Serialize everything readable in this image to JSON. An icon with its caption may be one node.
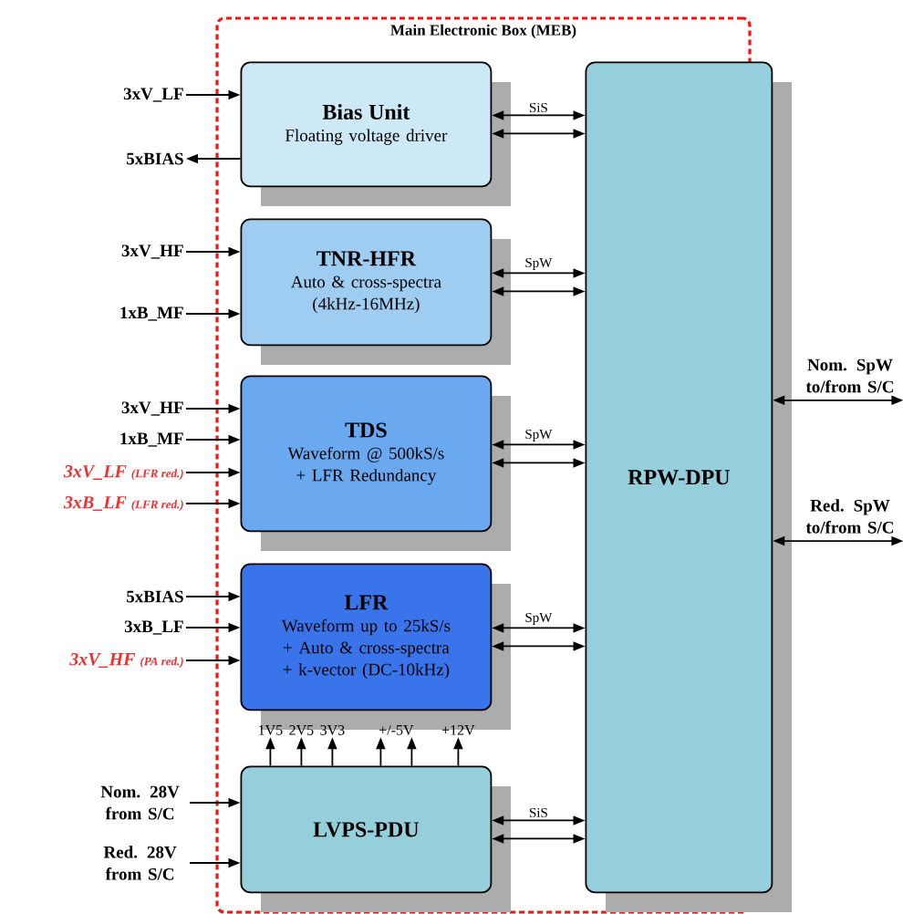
{
  "diagram": {
    "nodes": [
      {
        "text": [
          "Main Electronic Box (MEB)"
        ]
      },
      {
        "text": [
          "Bias Unit",
          "Floating voltage driver"
        ],
        "in": 0
      },
      {
        "text": [
          "TNR-HFR",
          "Auto & cross-spectra (4kHz-16MHz)"
        ],
        "in": 0
      },
      {
        "text": [
          "TDS",
          "Waveform @ 500kS/s + LFR Redundancy"
        ],
        "in": 0
      },
      {
        "text": [
          "LFR",
          "Waveform up to 25kS/s + Auto & cross-spectra + k-vector (DC-10kHz)"
        ],
        "in": 0
      },
      {
        "text": [
          "LVPS-PDU"
        ],
        "in": 0
      },
      {
        "text": [
          "RPW-DPU"
        ],
        "in": 0
      },
      {
        "text": [
          "3xV_LF"
        ]
      },
      {
        "text": [
          "5xBIAS"
        ]
      },
      {
        "text": [
          "3xV_HF"
        ]
      },
      {
        "text": [
          "1xB_MF"
        ]
      },
      {
        "text": [
          "3xV_HF"
        ]
      },
      {
        "text": [
          "1xB_MF"
        ]
      },
      {
        "text": [
          "3xV_LF",
          "(LFR red.)"
        ]
      },
      {
        "text": [
          "3xB_LF",
          "(LFR red.)"
        ]
      },
      {
        "text": [
          "5xBIAS"
        ]
      },
      {
        "text": [
          "3xB_LF"
        ]
      },
      {
        "text": [
          "3xV_HF",
          "(PA red.)"
        ]
      },
      {
        "text": [
          "Nom. 28V from S/C"
        ]
      },
      {
        "text": [
          "Red. 28V from S/C"
        ]
      },
      {
        "text": [
          "Nom. SpW to/from S/C"
        ]
      },
      {
        "text": [
          "Red. SpW to/from S/C"
        ]
      },
      {
        "text": [
          "1V5"
        ],
        "in": 0
      },
      {
        "text": [
          "2V5"
        ],
        "in": 0
      },
      {
        "text": [
          "3V3"
        ],
        "in": 0
      },
      {
        "text": [
          "+/-5V"
        ],
        "in": 0
      },
      {
        "text": [
          "+12V"
        ],
        "in": 0
      }
    ],
    "edges": [
      {
        "from": 7,
        "to": 1,
        "arrow": "to"
      },
      {
        "from": 1,
        "to": 8,
        "arrow": "to"
      },
      {
        "from": 1,
        "to": 6,
        "arrow": "both",
        "label": "SiS"
      },
      {
        "from": 1,
        "to": 6,
        "arrow": "both"
      },
      {
        "from": 9,
        "to": 2,
        "arrow": "to"
      },
      {
        "from": 10,
        "to": 2,
        "arrow": "to"
      },
      {
        "from": 2,
        "to": 6,
        "arrow": "both",
        "label": "SpW"
      },
      {
        "from": 2,
        "to": 6,
        "arrow": "both"
      },
      {
        "from": 11,
        "to": 3,
        "arrow": "to"
      },
      {
        "from": 12,
        "to": 3,
        "arrow": "to"
      },
      {
        "from": 13,
        "to": 3,
        "arrow": "to"
      },
      {
        "from": 14,
        "to": 3,
        "arrow": "to"
      },
      {
        "from": 3,
        "to": 6,
        "arrow": "both",
        "label": "SpW"
      },
      {
        "from": 3,
        "to": 6,
        "arrow": "both"
      },
      {
        "from": 15,
        "to": 4,
        "arrow": "to"
      },
      {
        "from": 16,
        "to": 4,
        "arrow": "to"
      },
      {
        "from": 17,
        "to": 4,
        "arrow": "to"
      },
      {
        "from": 4,
        "to": 6,
        "arrow": "both",
        "label": "SpW"
      },
      {
        "from": 4,
        "to": 6,
        "arrow": "both"
      },
      {
        "from": 18,
        "to": 5,
        "arrow": "to"
      },
      {
        "from": 19,
        "to": 5,
        "arrow": "to"
      },
      {
        "from": 5,
        "to": 6,
        "arrow": "both",
        "label": "SiS"
      },
      {
        "from": 5,
        "to": 6,
        "arrow": "both"
      },
      {
        "from": 5,
        "to": 22,
        "arrow": "to"
      },
      {
        "from": 5,
        "to": 23,
        "arrow": "to"
      },
      {
        "from": 5,
        "to": 24,
        "arrow": "to"
      },
      {
        "from": 5,
        "to": 25,
        "arrow": "to"
      },
      {
        "from": 5,
        "to": 25,
        "arrow": "to"
      },
      {
        "from": 5,
        "to": 26,
        "arrow": "to"
      },
      {
        "from": 6,
        "to": 20,
        "arrow": "both"
      },
      {
        "from": 6,
        "to": 21,
        "arrow": "both"
      }
    ]
  }
}
